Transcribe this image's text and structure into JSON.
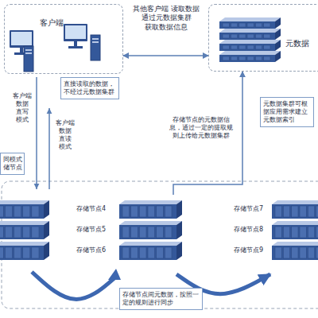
{
  "diagram": {
    "nodes": [
      {
        "text": [
          "客户端"
        ]
      },
      {
        "text": [
          "元数据"
        ]
      },
      {
        "text": [
          "直接读取的数据，不经过元数据集群"
        ]
      },
      {
        "text": [
          "元数据集群可根据应用需求建立元数据索引"
        ]
      },
      {
        "text": [
          "同模式 储节点"
        ]
      },
      {
        "text": [
          "存储节点4",
          "存储节点5",
          "存储节点6"
        ]
      },
      {
        "text": [
          "存储节点7",
          "存储节点8",
          "存储节点9"
        ]
      },
      {
        "text": [
          "存储节点间元数据，按照一定的规则进行同步"
        ]
      }
    ],
    "edges": [
      {
        "from": 0,
        "to": 1,
        "arrow": "both",
        "label": "其他客户端 读取数据 通过元数据集群 获取数据信息"
      },
      {
        "from": 5,
        "to": 1,
        "arrow": "to",
        "label": "存储节点的元数据信息，通过一定的提取规则上传给元数据集群"
      },
      {
        "from": 5,
        "to": 6,
        "arrow": "to"
      }
    ],
    "labels": [
      "客户端 数据 直写 模式",
      "客户端 数据 直读 模式"
    ]
  }
}
